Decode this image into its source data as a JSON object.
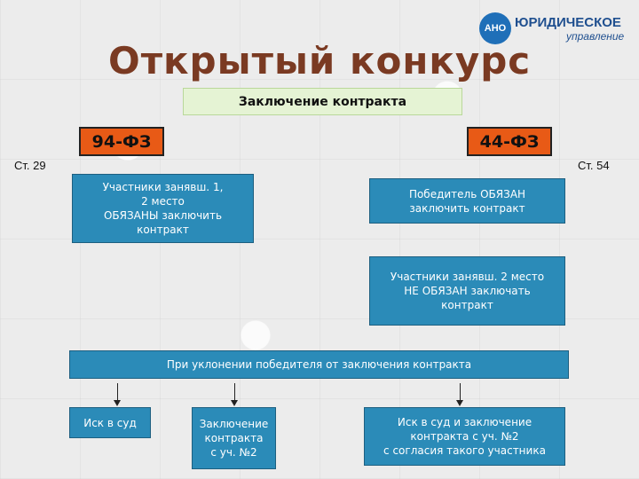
{
  "title": "Открытый конкурс",
  "logo": {
    "badge": "АНО",
    "line1": "ЮРИДИЧЕСКОЕ",
    "line2": "управление"
  },
  "contract_conclusion": "Заключение контракта",
  "law_left": {
    "label": "94-ФЗ",
    "article": "Ст. 29"
  },
  "law_right": {
    "label": "44-ФЗ",
    "article": "Ст. 54"
  },
  "boxes": {
    "left_participants": "Участники занявш. 1,\n2 место\nОБЯЗАНЫ заключить\nконтракт",
    "winner_obliged": "Победитель ОБЯЗАН\nзаключить контракт",
    "second_not_obliged": "Участники занявш. 2 место\nНЕ ОБЯЗАН заключать\nконтракт",
    "evasion": "При уклонении победителя от заключения контракта",
    "lawsuit": "Иск в суд",
    "contract_with_2": "Заключение\nконтракта\nс уч. №2",
    "lawsuit_and_contract": "Иск в суд и заключение\nконтракта с уч. №2\nс согласия такого участника"
  },
  "colors": {
    "title": "#7a3a22",
    "law_badge": "#e85a16",
    "box": "#2b8bb8",
    "green": "#e5f3d4"
  }
}
